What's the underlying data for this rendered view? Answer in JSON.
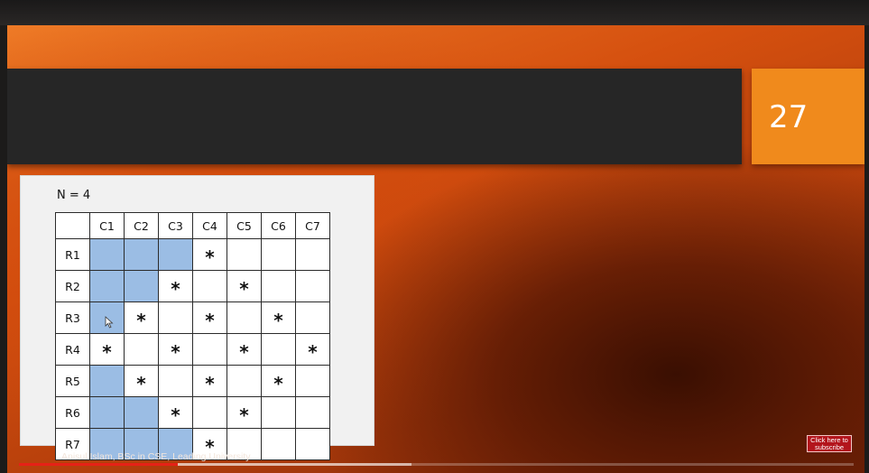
{
  "slide": {
    "number": "27",
    "n_label": "N = 4",
    "credit": "Anisul Islam, BSc in CSE, Leading University"
  },
  "table": {
    "columns": [
      "C1",
      "C2",
      "C3",
      "C4",
      "C5",
      "C6",
      "C7"
    ],
    "rows": [
      {
        "label": "R1",
        "cells": [
          {
            "t": "",
            "hl": true
          },
          {
            "t": "",
            "hl": true
          },
          {
            "t": "",
            "hl": true
          },
          {
            "t": "*",
            "hl": false
          },
          {
            "t": "",
            "hl": false
          },
          {
            "t": "",
            "hl": false
          },
          {
            "t": "",
            "hl": false
          }
        ]
      },
      {
        "label": "R2",
        "cells": [
          {
            "t": "",
            "hl": true
          },
          {
            "t": "",
            "hl": true
          },
          {
            "t": "*",
            "hl": false
          },
          {
            "t": "",
            "hl": false
          },
          {
            "t": "*",
            "hl": false
          },
          {
            "t": "",
            "hl": false
          },
          {
            "t": "",
            "hl": false
          }
        ]
      },
      {
        "label": "R3",
        "cells": [
          {
            "t": "",
            "hl": true
          },
          {
            "t": "*",
            "hl": false
          },
          {
            "t": "",
            "hl": false
          },
          {
            "t": "*",
            "hl": false
          },
          {
            "t": "",
            "hl": false
          },
          {
            "t": "*",
            "hl": false
          },
          {
            "t": "",
            "hl": false
          }
        ]
      },
      {
        "label": "R4",
        "cells": [
          {
            "t": "*",
            "hl": false
          },
          {
            "t": "",
            "hl": false
          },
          {
            "t": "*",
            "hl": false
          },
          {
            "t": "",
            "hl": false
          },
          {
            "t": "*",
            "hl": false
          },
          {
            "t": "",
            "hl": false
          },
          {
            "t": "*",
            "hl": false
          }
        ]
      },
      {
        "label": "R5",
        "cells": [
          {
            "t": "",
            "hl": true
          },
          {
            "t": "*",
            "hl": false
          },
          {
            "t": "",
            "hl": false
          },
          {
            "t": "*",
            "hl": false
          },
          {
            "t": "",
            "hl": false
          },
          {
            "t": "*",
            "hl": false
          },
          {
            "t": "",
            "hl": false
          }
        ]
      },
      {
        "label": "R6",
        "cells": [
          {
            "t": "",
            "hl": true
          },
          {
            "t": "",
            "hl": true
          },
          {
            "t": "*",
            "hl": false
          },
          {
            "t": "",
            "hl": false
          },
          {
            "t": "*",
            "hl": false
          },
          {
            "t": "",
            "hl": false
          },
          {
            "t": "",
            "hl": false
          }
        ]
      },
      {
        "label": "R7",
        "cells": [
          {
            "t": "",
            "hl": true
          },
          {
            "t": "",
            "hl": true
          },
          {
            "t": "",
            "hl": true
          },
          {
            "t": "*",
            "hl": false
          },
          {
            "t": "",
            "hl": false
          },
          {
            "t": "",
            "hl": false
          },
          {
            "t": "",
            "hl": false
          }
        ]
      }
    ]
  },
  "subscribe": {
    "line1": "Click here to",
    "line2": "subscribe"
  },
  "player": {
    "played_fraction": 0.19,
    "buffered_fraction": 0.47,
    "accent": "#e62117"
  },
  "colors": {
    "highlight": "#9bbde4",
    "number_box": "#f08a1c",
    "title_band": "#262626"
  },
  "icons": {
    "cursor": "mouse-pointer-icon"
  }
}
